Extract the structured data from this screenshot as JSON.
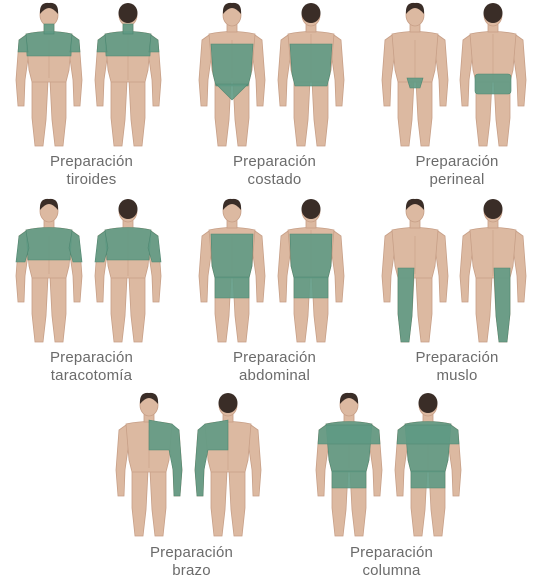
{
  "panels": [
    {
      "line1": "Preparación",
      "line2": "tiroides",
      "region": "thyroid"
    },
    {
      "line1": "Preparación",
      "line2": "costado",
      "region": "flank"
    },
    {
      "line1": "Preparación",
      "line2": "perineal",
      "region": "perineal"
    },
    {
      "line1": "Preparación",
      "line2": "taracotomía",
      "region": "thoracotomy"
    },
    {
      "line1": "Preparación",
      "line2": "abdominal",
      "region": "abdominal"
    },
    {
      "line1": "Preparación",
      "line2": "muslo",
      "region": "thigh"
    },
    {
      "line1": "Preparación",
      "line2": "brazo",
      "region": "arm"
    },
    {
      "line1": "Preparación",
      "line2": "columna",
      "region": "spine"
    }
  ],
  "colors": {
    "skin": "#dcb9a1",
    "skin_shade": "#c79f87",
    "hair": "#3a2d27",
    "prep": "#5f9a84",
    "caption": "#6b6b6b"
  }
}
